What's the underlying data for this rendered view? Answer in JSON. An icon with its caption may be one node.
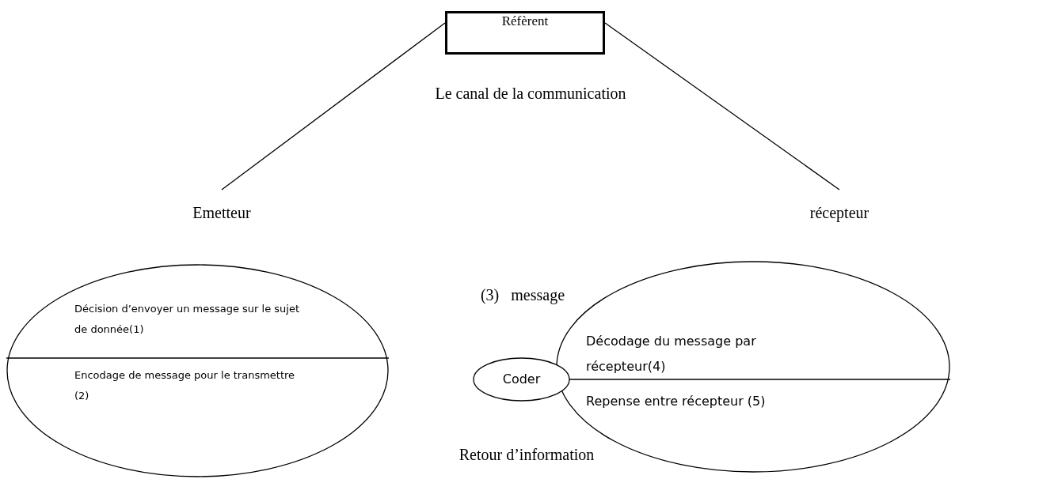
{
  "diagram": {
    "nodes": [
      {
        "text": [
          "Réfèrent"
        ]
      },
      {
        "text": [
          "Emetteur"
        ]
      },
      {
        "text": [
          "récepteur"
        ]
      },
      {
        "text": [
          "Décision d’envoyer un message sur le sujet de donnée(1)",
          "Encodage de message pour le transmettre (2)"
        ]
      },
      {
        "text": [
          "Décodage du message par récepteur(4)",
          "Repense entre récepteur (5)"
        ]
      },
      {
        "text": [
          "Coder"
        ]
      }
    ],
    "edges": [
      {
        "from": 0,
        "to": 1,
        "arrow": "none"
      },
      {
        "from": 0,
        "to": 2,
        "arrow": "none"
      }
    ],
    "labels": [
      "Le canal de la communication",
      "(3)   message",
      "Retour d’information"
    ]
  }
}
